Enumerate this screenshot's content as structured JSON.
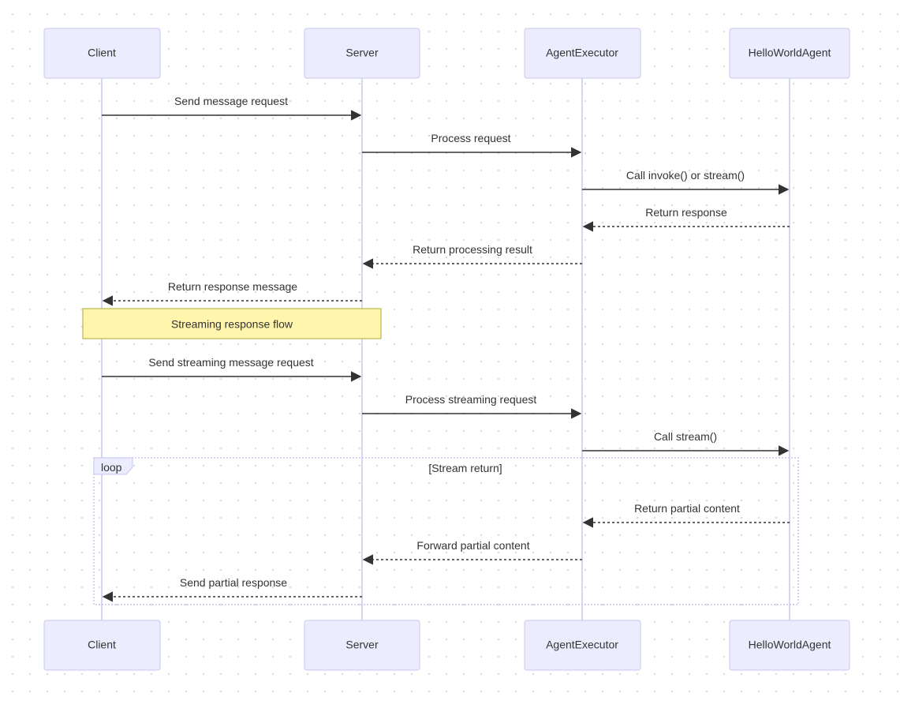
{
  "participants": [
    {
      "id": "client",
      "label": "Client"
    },
    {
      "id": "server",
      "label": "Server"
    },
    {
      "id": "executor",
      "label": "AgentExecutor"
    },
    {
      "id": "agent",
      "label": "HelloWorldAgent"
    }
  ],
  "messages": [
    {
      "from": "client",
      "to": "server",
      "label": "Send message request",
      "style": "solid"
    },
    {
      "from": "server",
      "to": "executor",
      "label": "Process request",
      "style": "solid"
    },
    {
      "from": "executor",
      "to": "agent",
      "label": "Call invoke() or stream()",
      "style": "solid"
    },
    {
      "from": "agent",
      "to": "executor",
      "label": "Return response",
      "style": "dashed"
    },
    {
      "from": "executor",
      "to": "server",
      "label": "Return processing result",
      "style": "dashed"
    },
    {
      "from": "server",
      "to": "client",
      "label": "Return response message",
      "style": "dashed"
    },
    {
      "from": "client",
      "to": "server",
      "label": "Send streaming message request",
      "style": "solid"
    },
    {
      "from": "server",
      "to": "executor",
      "label": "Process streaming request",
      "style": "solid"
    },
    {
      "from": "executor",
      "to": "agent",
      "label": "Call stream()",
      "style": "solid"
    },
    {
      "from": "agent",
      "to": "executor",
      "label": "Return partial content",
      "style": "dashed"
    },
    {
      "from": "executor",
      "to": "server",
      "label": "Forward partial content",
      "style": "dashed"
    },
    {
      "from": "server",
      "to": "client",
      "label": "Send partial response",
      "style": "dashed"
    }
  ],
  "note": {
    "text": "Streaming response flow",
    "over": [
      "client",
      "server"
    ]
  },
  "loop": {
    "keyword": "loop",
    "condition": "[Stream return]"
  },
  "colors": {
    "actor_fill": "#ececff",
    "actor_stroke": "#c9c7ef",
    "lifeline": "#cbc7ef",
    "arrow": "#333333",
    "text": "#333333",
    "note_fill": "#fff5ad",
    "note_stroke": "#aaaa33",
    "loop_stroke": "#c8c6ef"
  }
}
